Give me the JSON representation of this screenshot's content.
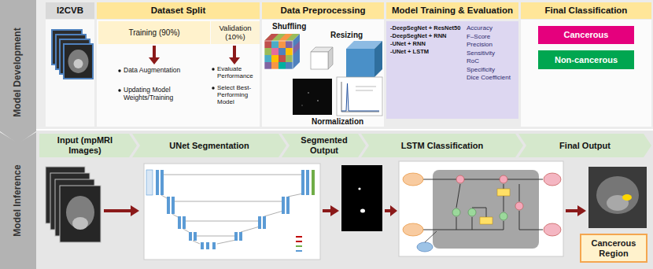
{
  "diagram": {
    "nodes": [
      {
        "text": [
          "Model Development"
        ]
      },
      {
        "text": [
          "Model Inference"
        ]
      },
      {
        "text": [
          "I2CVB"
        ]
      },
      {
        "text": [
          "Dataset Split"
        ]
      },
      {
        "text": [
          "Training (90%)"
        ]
      },
      {
        "text": [
          "Validation (10%)"
        ]
      },
      {
        "text": [
          "Data Preprocessing"
        ]
      },
      {
        "text": [
          "Model Training & Evaluation"
        ]
      },
      {
        "text": [
          "-DeepSegNet + ResNet50",
          "-DeepSegNet + RNN",
          "-UNet + RNN",
          "-UNet + LSTM",
          "Accuracy",
          "F–Score",
          "Precision",
          "Sensitivity",
          "RoC",
          "Specificity",
          "Dice Coefficient"
        ]
      },
      {
        "text": [
          "Final Classification"
        ]
      },
      {
        "text": [
          "Cancerous"
        ]
      },
      {
        "text": [
          "Non-cancerous"
        ]
      },
      {
        "text": [
          "Input (mpMRI Images)"
        ]
      },
      {
        "text": [
          "UNet Segmentation"
        ]
      },
      {
        "text": [
          "Segmented Output"
        ]
      },
      {
        "text": [
          "LSTM Classification"
        ]
      },
      {
        "text": [
          "Final Output"
        ]
      },
      {
        "text": [
          "Cancerous Region"
        ]
      }
    ],
    "labels": [
      "Data Augmentation",
      "Updating Model Weights/Training",
      "Evaluate Performance",
      "Select Best-Performing Model",
      "Shuffling",
      "Resizing",
      "Normalization"
    ]
  }
}
